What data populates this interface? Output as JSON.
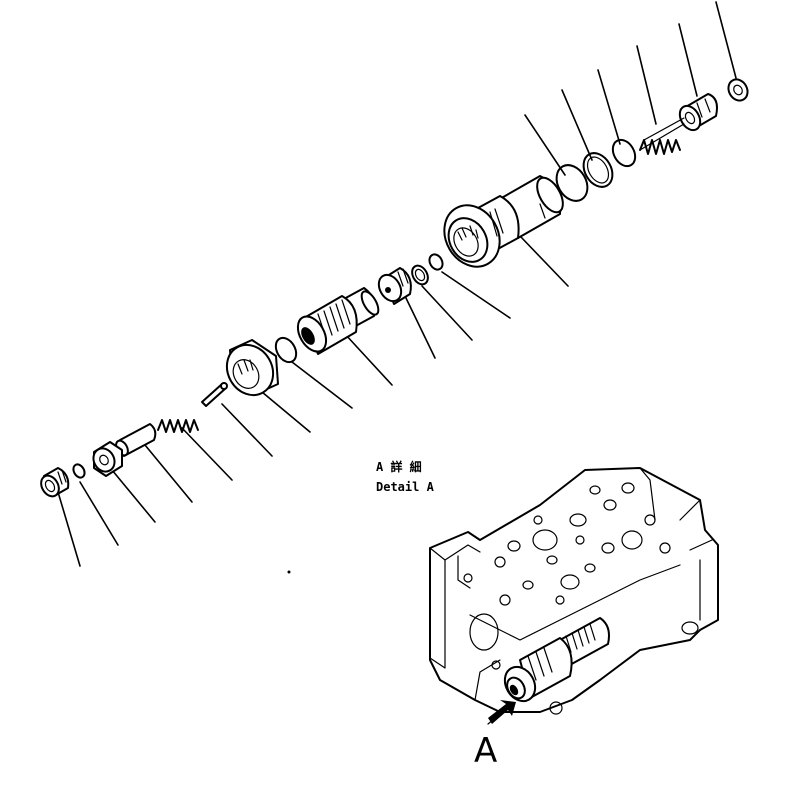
{
  "detail": {
    "label_jp": "A 詳 細",
    "label_en": "Detail A"
  },
  "view": {
    "letter": "A"
  }
}
